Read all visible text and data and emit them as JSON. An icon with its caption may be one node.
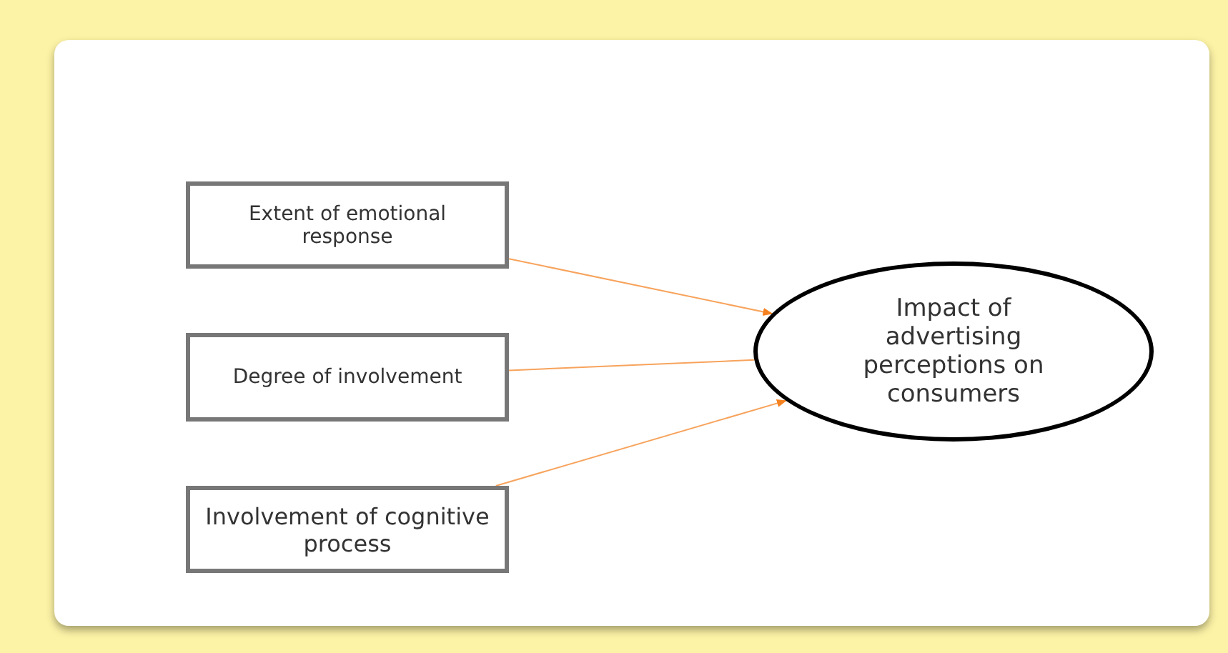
{
  "diagram": {
    "nodes": [
      {
        "text": [
          "Extent of emotional response"
        ]
      },
      {
        "text": [
          "Degree of involvement"
        ]
      },
      {
        "text": [
          "Involvement of cognitive process"
        ]
      },
      {
        "text": [
          "Impact of advertising perceptions on consumers"
        ]
      }
    ],
    "edges": [
      {
        "from": 0,
        "to": 3,
        "arrow": "to"
      },
      {
        "from": 1,
        "to": 3,
        "arrow": "none"
      },
      {
        "from": 2,
        "to": 3,
        "arrow": "to"
      }
    ]
  }
}
